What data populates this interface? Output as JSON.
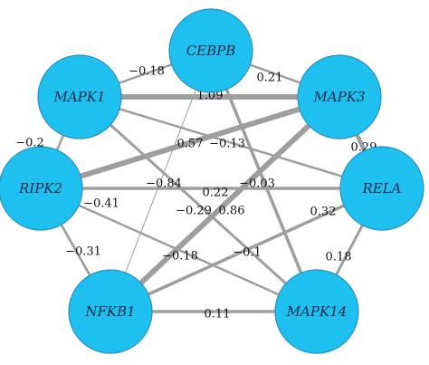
{
  "network": {
    "node_color": "#1ec0f0",
    "edge_color": "#9e9e9e",
    "nodes": [
      {
        "id": "CEBPB",
        "label": "CEBPB"
      },
      {
        "id": "MAPK1",
        "label": "MAPK1"
      },
      {
        "id": "MAPK3",
        "label": "MAPK3"
      },
      {
        "id": "RIPK2",
        "label": "RIPK2"
      },
      {
        "id": "RELA",
        "label": "RELA"
      },
      {
        "id": "NFKB1",
        "label": "NFKB1"
      },
      {
        "id": "MAPK14",
        "label": "MAPK14"
      }
    ],
    "edges": [
      {
        "source": "MAPK1",
        "target": "CEBPB",
        "weight": "−0.18"
      },
      {
        "source": "CEBPB",
        "target": "MAPK3",
        "weight": "0.21"
      },
      {
        "source": "MAPK1",
        "target": "MAPK3",
        "weight": "1.09"
      },
      {
        "source": "MAPK1",
        "target": "RIPK2",
        "weight": "−0.2"
      },
      {
        "source": "MAPK3",
        "target": "RELA",
        "weight": "0.29"
      },
      {
        "source": "RIPK2",
        "target": "MAPK3",
        "weight": "0.57"
      },
      {
        "source": "MAPK1",
        "target": "RELA",
        "weight": "−0.13"
      },
      {
        "source": "CEBPB",
        "target": "NFKB1",
        "weight": "−0.84"
      },
      {
        "source": "RIPK2",
        "target": "RELA",
        "weight": "0.22"
      },
      {
        "source": "NFKB1",
        "target": "MAPK3",
        "weight": "−0.03"
      },
      {
        "source": "RIPK2",
        "target": "NFKB1",
        "weight": "−0.41"
      },
      {
        "source": "MAPK1",
        "target": "MAPK14",
        "weight": "−0.29"
      },
      {
        "source": "CEBPB",
        "target": "MAPK14",
        "weight": "0.86"
      },
      {
        "source": "RELA",
        "target": "NFKB1",
        "weight": "0.32"
      },
      {
        "source": "RIPK2",
        "target": "MAPK14",
        "weight": "−0.18"
      },
      {
        "source": "NFKB1",
        "target": "RELA",
        "weight": "−0.1"
      },
      {
        "source": "RIPK2",
        "target": "NFKB1",
        "weight": "−0.31"
      },
      {
        "source": "MAPK14",
        "target": "RELA",
        "weight": "0.18"
      },
      {
        "source": "NFKB1",
        "target": "MAPK14",
        "weight": "0.11"
      }
    ]
  }
}
